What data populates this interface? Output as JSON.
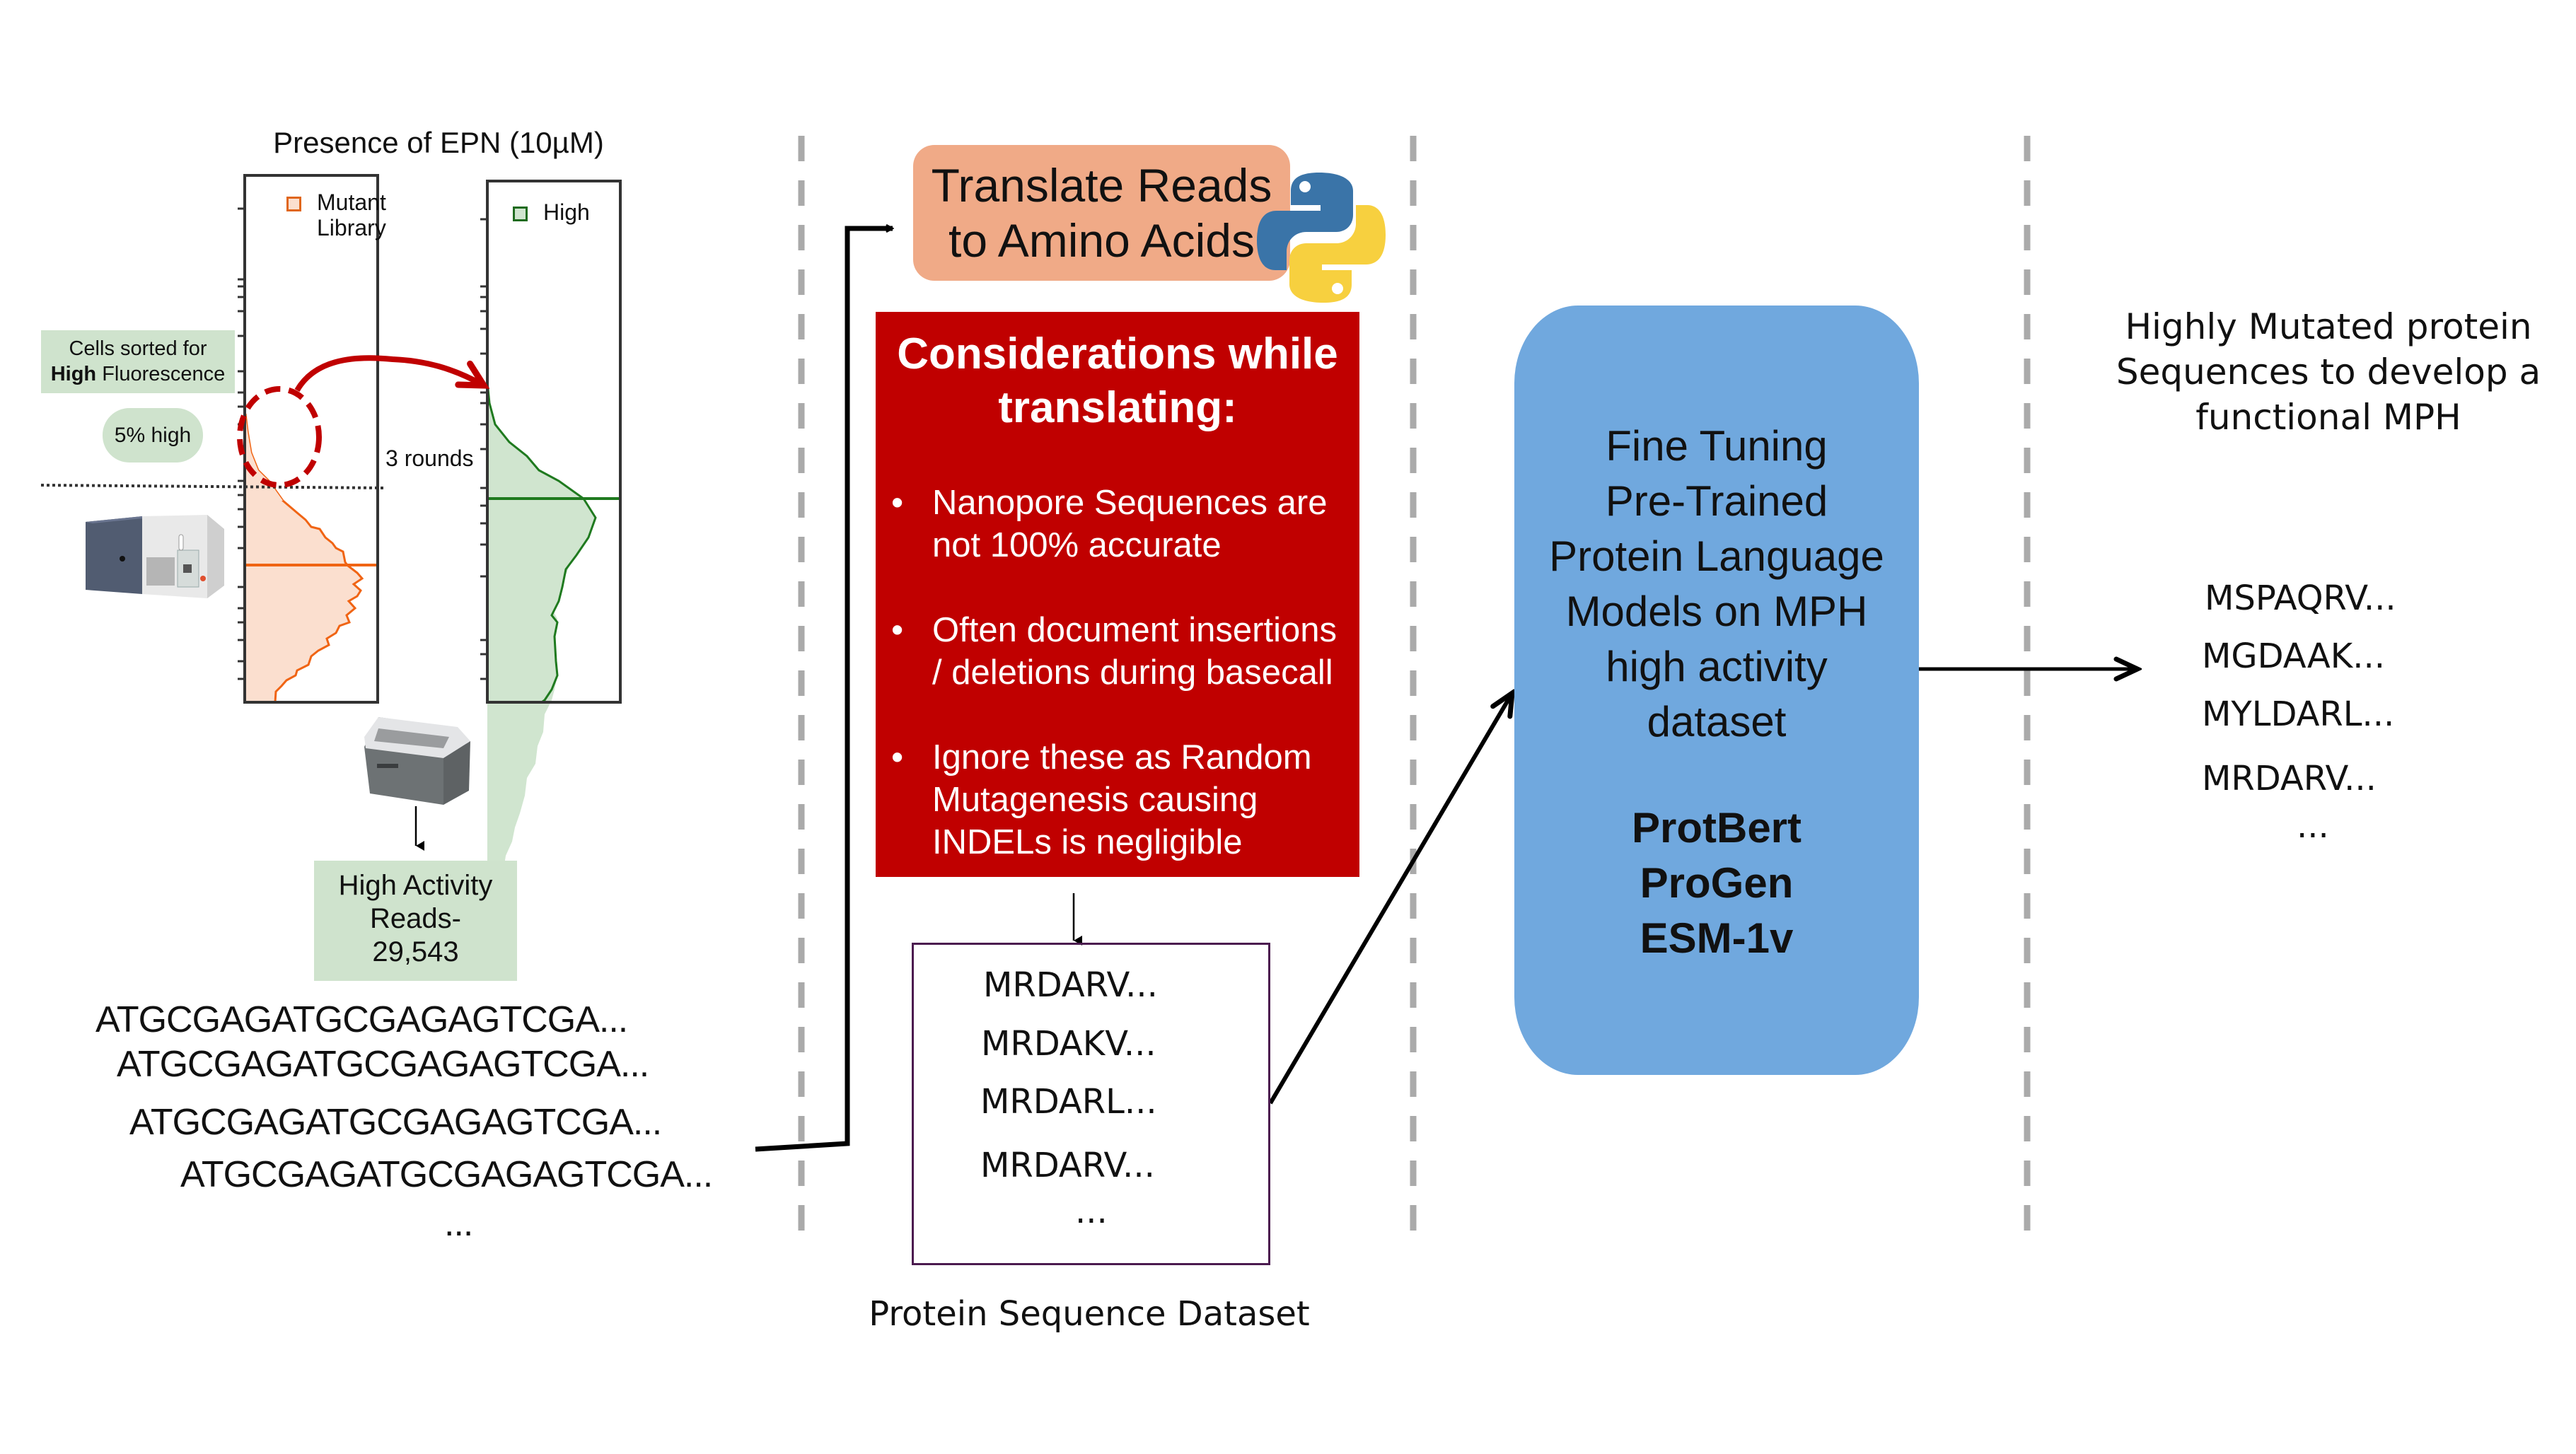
{
  "facs_panel": {
    "plot_title": "Presence of EPN (10µM)",
    "legend_mutant": [
      "Mutant",
      "Library"
    ],
    "legend_high": "High",
    "cells_sorted_line1": "Cells sorted for",
    "cells_sorted_bold": "High",
    "cells_sorted_rest": " Fluorescence",
    "pct_high": "5% high",
    "rounds": "3 rounds",
    "colors": {
      "mutant_line": "#f06414",
      "mutant_fill": "#fbdfcf",
      "high_line": "#1f7a1f",
      "high_fill": "#d0e5cf",
      "sort_arrow": "#c00000"
    }
  },
  "sequencing": {
    "high_activity_lines": [
      "High Activity",
      "Reads-",
      "29,543"
    ],
    "dna_reads": [
      "ATGCGAGATGCGAGAGTCGA...",
      "ATGCGAGATGCGAGAGTCGA...",
      "ATGCGAGATGCGAGAGTCGA...",
      "ATGCGAGATGCGAGAGTCGA..."
    ],
    "dna_more": "..."
  },
  "translation": {
    "title_lines": [
      "Translate Reads",
      "to Amino Acids"
    ],
    "considerations_title": [
      "Considerations while",
      "translating:"
    ],
    "bullets": [
      [
        "Nanopore Sequences are",
        "not 100% accurate"
      ],
      [
        "Often document insertions",
        "/ deletions during basecall"
      ],
      [
        "Ignore these as Random",
        "Mutagenesis causing",
        "INDELs is negligible"
      ]
    ],
    "bullet_glyph": "•",
    "colors": {
      "translate_box": "#f0aa87",
      "considerations_box": "#c00000"
    }
  },
  "dataset": {
    "sequences": [
      "MRDARV...",
      "MRDAKV...",
      "MRDARL...",
      "MRDARV..."
    ],
    "more": "...",
    "caption": "Protein Sequence Dataset"
  },
  "finetune": {
    "desc_lines": [
      "Fine Tuning",
      "Pre-Trained",
      "Protein Language",
      "Models on MPH",
      "high activity",
      "dataset"
    ],
    "models": [
      "ProtBert",
      "ProGen",
      "ESM-1v"
    ],
    "color": "#70a8de"
  },
  "output": {
    "title_lines": [
      "Highly Mutated protein",
      "Sequences to develop a",
      "functional MPH"
    ],
    "sequences": [
      "MSPAQRV...",
      "MGDAAK...",
      "MYLDARL...",
      "MRDARV..."
    ],
    "more": "..."
  },
  "icons": {
    "sorter": "flow-cytometer-cell-sorter",
    "sequencer": "nanopore-sequencer",
    "python": "python-logo"
  }
}
